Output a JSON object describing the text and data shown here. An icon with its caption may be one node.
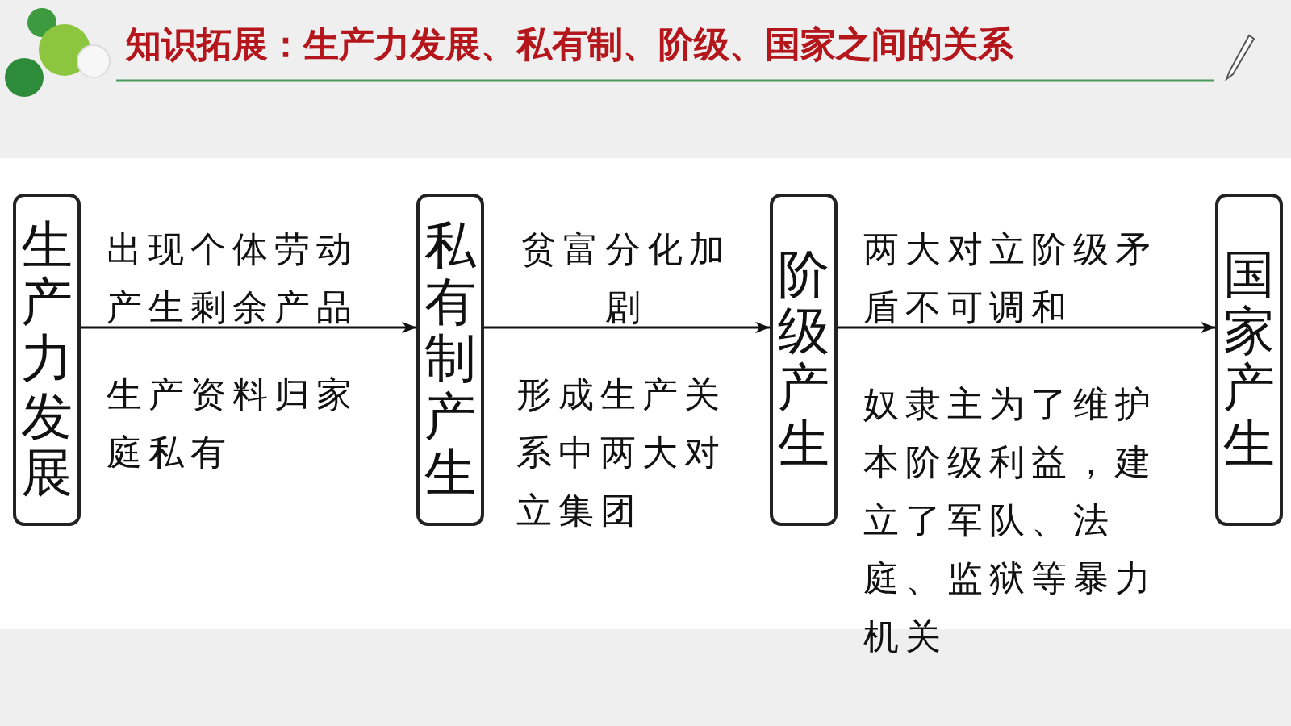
{
  "diagram": {
    "title": "知识拓展：生产力发展、私有制、阶级、国家之间的关系",
    "nodes": [
      {
        "text": [
          "生产力发展"
        ]
      },
      {
        "text": [
          "私有制产生"
        ]
      },
      {
        "text": [
          "阶级产生"
        ]
      },
      {
        "text": [
          "国家产生"
        ]
      }
    ],
    "edges": [
      {
        "from": 0,
        "to": 1,
        "arrow": "to"
      },
      {
        "from": 1,
        "to": 2,
        "arrow": "to"
      },
      {
        "from": 2,
        "to": 3,
        "arrow": "to"
      }
    ],
    "labels": [
      "出现个体劳动",
      "产生剩余产品",
      "生产资料归家庭私有",
      "贫富分化加剧",
      "形成生产关系中两大对立集团",
      "两大对立阶级矛盾不可调和",
      "奴隶主为了维护本阶级利益，建立了军队、法庭、监狱等暴力机关"
    ]
  }
}
